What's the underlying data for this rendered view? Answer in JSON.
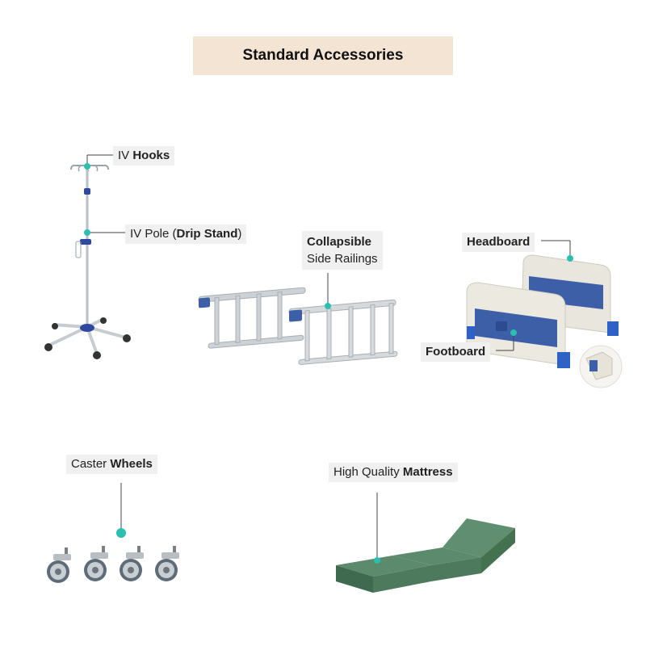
{
  "title": "Standard Accessories",
  "colors": {
    "title_bg": "#f3e4d4",
    "accent_dot": "#2bbfb0",
    "label_bg": "#f0f0f0",
    "mattress": "#4d7a5c",
    "bed_blue": "#3c5fa8"
  },
  "labels": {
    "iv_hooks": {
      "plain": "IV ",
      "bold": "Hooks"
    },
    "iv_pole": {
      "plain": "IV Pole (",
      "bold": "Drip Stand",
      "close": ")"
    },
    "side_railings": {
      "bold": "Collapsible",
      "plain": "Side Railings"
    },
    "headboard": {
      "bold": "Headboard"
    },
    "footboard": {
      "bold": "Footboard"
    },
    "caster_wheels": {
      "plain": "Caster ",
      "bold": "Wheels"
    },
    "mattress": {
      "plain": "High Quality ",
      "bold": "Mattress"
    }
  }
}
